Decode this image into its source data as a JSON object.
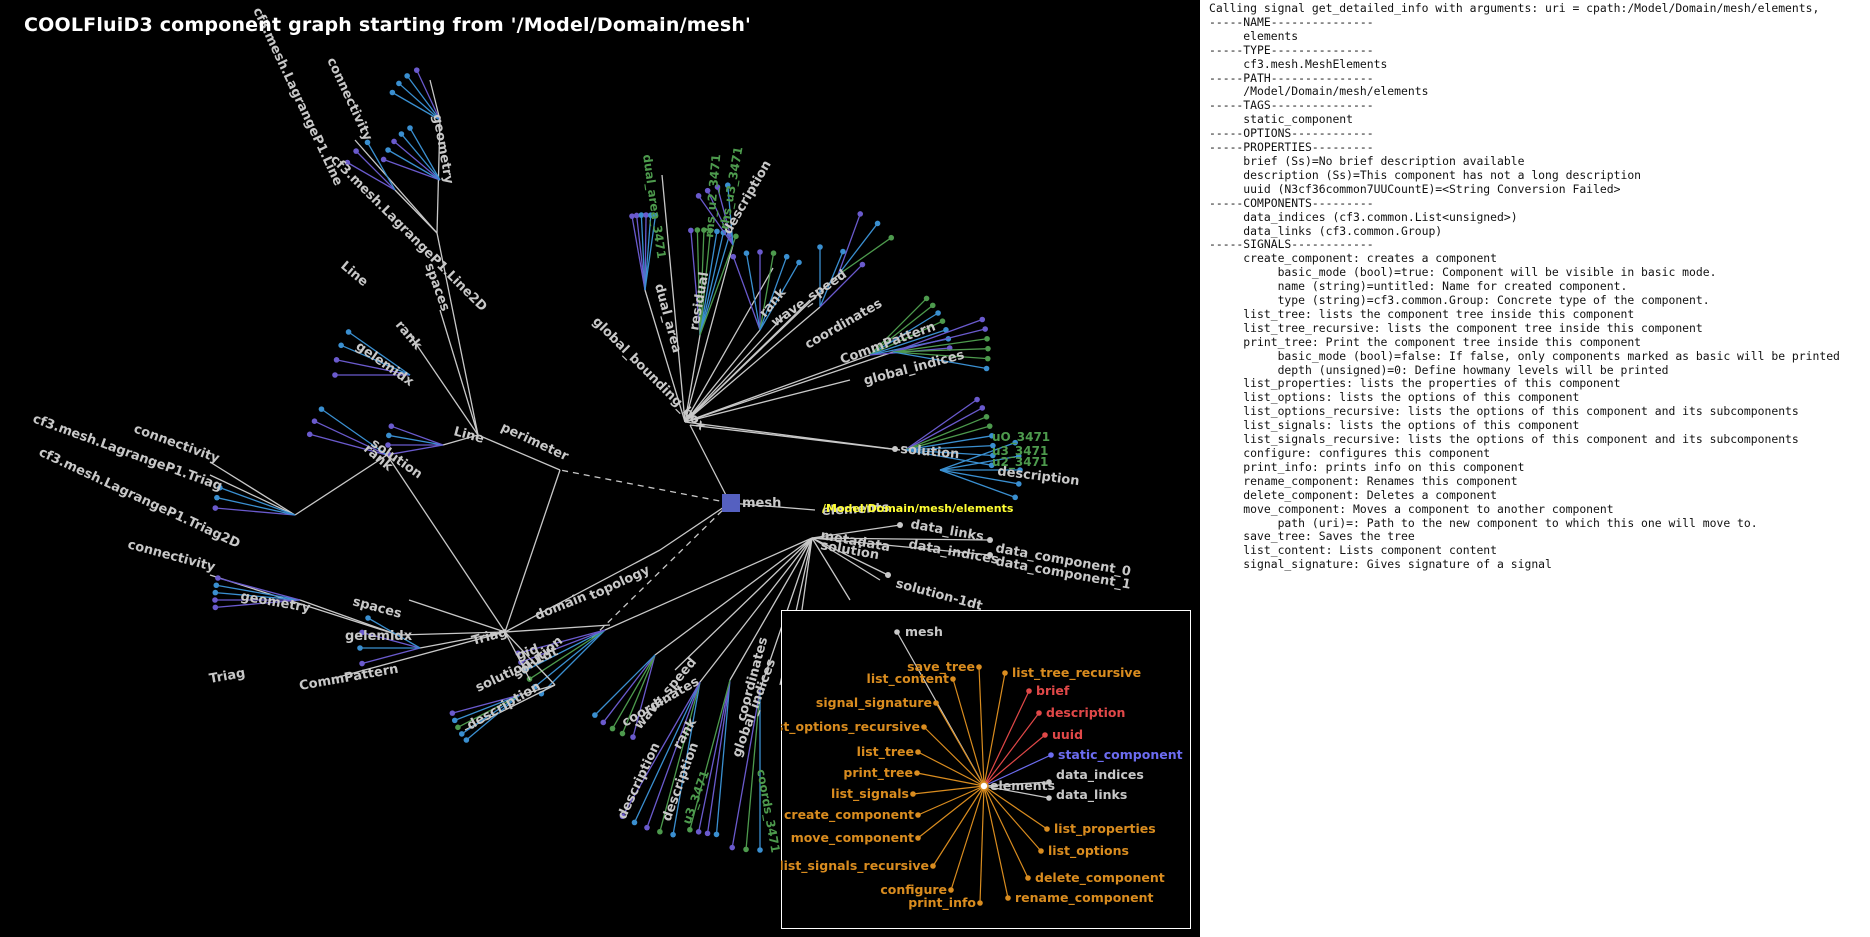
{
  "title": "COOLFluiD3 component graph starting from '/Model/Domain/mesh'",
  "highlight_path": "/Model/Domain/mesh/elements",
  "info_lines": [
    "Calling signal get_detailed_info with arguments: uri = cpath:/Model/Domain/mesh/elements,",
    "-----NAME---------------",
    "     elements",
    "-----TYPE---------------",
    "     cf3.mesh.MeshElements",
    "-----PATH---------------",
    "     /Model/Domain/mesh/elements",
    "-----TAGS---------------",
    "     static_component",
    "-----OPTIONS------------",
    "-----PROPERTIES---------",
    "     brief (Ss)=No brief description available",
    "     description (Ss)=This component has not a long description",
    "     uuid (N3cf36common7UUCountE)=<String Conversion Failed>",
    "-----COMPONENTS---------",
    "     data_indices (cf3.common.List<unsigned>)",
    "     data_links (cf3.common.Group)",
    "-----SIGNALS------------",
    "     create_component: creates a component",
    "          basic_mode (bool)=true: Component will be visible in basic mode.",
    "          name (string)=untitled: Name for created component.",
    "          type (string)=cf3.common.Group: Concrete type of the component.",
    "     list_tree: lists the component tree inside this component",
    "     list_tree_recursive: lists the component tree inside this component",
    "     print_tree: Print the component tree inside this component",
    "          basic_mode (bool)=false: If false, only components marked as basic will be printed",
    "          depth (unsigned)=0: Define howmany levels will be printed",
    "     list_properties: lists the properties of this component",
    "     list_options: lists the options of this component",
    "     list_options_recursive: lists the options of this component and its subcomponents",
    "     list_signals: lists the options of this component",
    "     list_signals_recursive: lists the options of this component and its subcomponents",
    "     configure: configures this component",
    "     print_info: prints info on this component",
    "     rename_component: Renames this component",
    "     delete_component: Deletes a component",
    "     move_component: Moves a component to another component",
    "          path (uri)=: Path to the new component to which this one will move to.",
    "     save_tree: Saves the tree",
    "     list_content: Lists component content",
    "     signal_signature: Gives signature of a signal"
  ],
  "colors": {
    "component": "#c8c8c8",
    "signal": "#d98c1f",
    "property": "#e04848",
    "tag": "#6c6cf0",
    "field_green": "#4d9a4d",
    "field_blue": "#3a8fd0",
    "field_violet": "#6a5acd"
  },
  "graph_labels": [
    "mesh",
    "elements",
    "metadata",
    "solution",
    "data_links",
    "data_indices",
    "data_component_0",
    "data_component_1",
    "solution-1dt",
    "description",
    "uO_3471",
    "u3_3471",
    "u2_3471",
    "solution",
    "global_indices",
    "CommPattern",
    "coordinates",
    "wave_speed",
    "rank",
    "residual",
    "dual_area",
    "global_bounding_box",
    "description",
    "rhs_u2_3471",
    "rhs_u3_3471",
    "dual_area_3471",
    "perimeter",
    "Line",
    "rank",
    "gelemidx",
    "Line",
    "spaces",
    "geometry",
    "connectivity",
    "cf3.mesh.LagrangeP1.Line",
    "cf3.mesh.LagrangeP1.Line2D",
    "topology",
    "domain",
    "Triag",
    "gelemidx",
    "spaces",
    "geometry",
    "connectivity",
    "solution",
    "rank",
    "connectivity",
    "cf3.mesh.LagrangeP1.Triag",
    "cf3.mesh.LagrangeP1.Triag2D",
    "Triag",
    "CommPattern",
    "gid",
    "solution",
    "solution-1dt",
    "description",
    "coordinates",
    "wave_speed",
    "rank",
    "description",
    "global_indices",
    "coordinates",
    "coords_3471",
    "description",
    "u3_3471"
  ],
  "inset": {
    "center": "elements",
    "parent": "mesh",
    "signals": [
      "save_tree",
      "list_content",
      "signal_signature",
      "list_options_recursive",
      "list_tree",
      "print_tree",
      "list_signals",
      "create_component",
      "move_component",
      "list_signals_recursive",
      "configure",
      "print_info",
      "rename_component",
      "delete_component",
      "list_options",
      "list_properties",
      "list_tree_recursive"
    ],
    "properties": [
      "brief",
      "description",
      "uuid"
    ],
    "tags": [
      "static_component"
    ],
    "components": [
      "data_indices",
      "data_links"
    ]
  }
}
